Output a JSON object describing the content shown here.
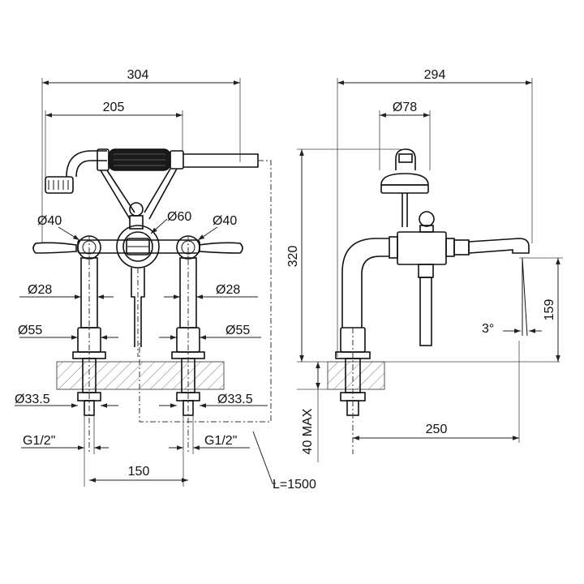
{
  "colors": {
    "line": "#111111",
    "hatch": "#555555",
    "background": "#ffffff"
  },
  "front_view": {
    "overall_width": "304",
    "handshower_width": "205",
    "handle_dia_left": "Ø40",
    "center_dia": "Ø60",
    "handle_dia_right": "Ø40",
    "pillar_dia_left": "Ø28",
    "pillar_dia_right": "Ø28",
    "base_dia_left": "Ø55",
    "base_dia_right": "Ø55",
    "shank_dia_left": "Ø33.5",
    "shank_dia_right": "Ø33.5",
    "thread_left": "G1/2\"",
    "thread_right": "G1/2\"",
    "center_distance": "150",
    "hose_length": "L=1500"
  },
  "side_view": {
    "overall_depth": "294",
    "shower_head_dia": "Ø78",
    "total_height": "320",
    "spout_height": "159",
    "spout_angle": "3°",
    "spout_reach": "250",
    "deck_thickness": "40 MAX"
  }
}
